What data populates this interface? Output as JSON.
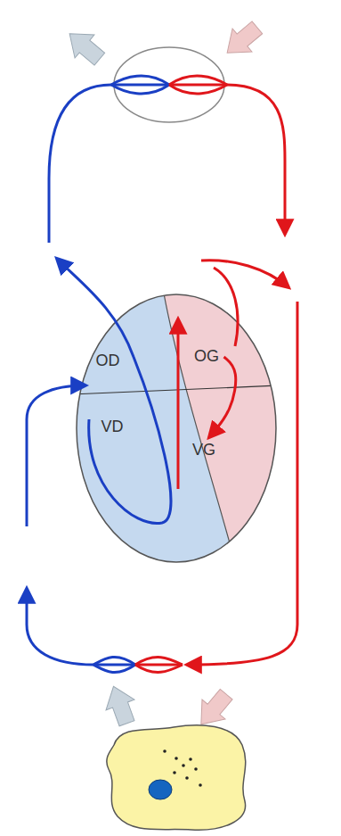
{
  "diagram": {
    "nodes": [
      {
        "text": [
          "OD"
        ]
      },
      {
        "text": [
          "OG"
        ]
      },
      {
        "text": [
          "VD"
        ]
      },
      {
        "text": [
          "VG"
        ]
      }
    ],
    "edges": [
      {
        "from": 1,
        "to": 3,
        "arrow": "to"
      }
    ]
  }
}
